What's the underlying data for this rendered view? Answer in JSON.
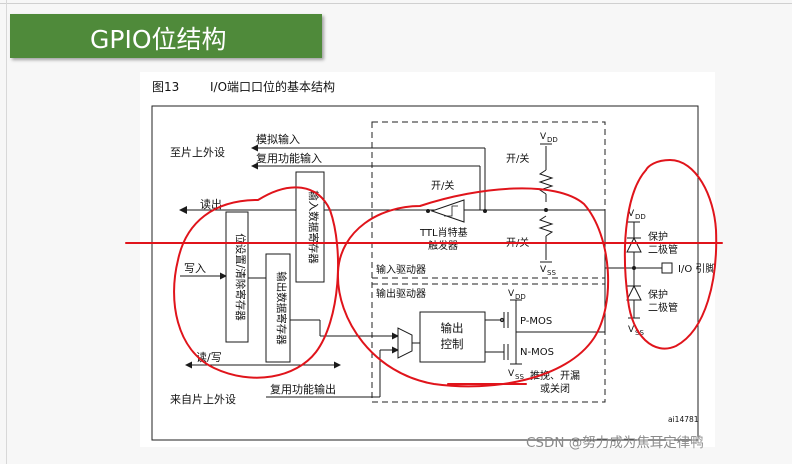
{
  "slide_title": "GPIO位结构",
  "figure": {
    "caption_num": "图13",
    "caption_title": "I/O端口口位的基本结构",
    "ref": "ai14781"
  },
  "labels": {
    "to_onchip": "至片上外设",
    "analog_in": "模拟输入",
    "alt_in": "复用功能输入",
    "read": "读出",
    "write": "写入",
    "rw": "读/写",
    "from_onchip": "来自片上外设",
    "alt_out": "复用功能输出",
    "in_reg": "输入数据寄存器",
    "set_reset_reg": "位设置/清除寄存器",
    "out_reg": "输出数据寄存器",
    "onoff": "开/关",
    "ttl1": "TTL肖特基",
    "ttl2": "触发器",
    "in_driver": "输入驱动器",
    "out_driver": "输出驱动器",
    "out_ctrl1": "输出",
    "out_ctrl2": "控制",
    "pmos": "P-MOS",
    "nmos": "N-MOS",
    "vdd": "V",
    "vdd_sub": "DD",
    "vss": "V",
    "vss_sub": "SS",
    "pushpull1": "推挽、开漏",
    "pushpull2": "或关闭",
    "protect": "保护",
    "diode": "二极管",
    "io_pin": "I/O 引脚"
  },
  "watermark": "CSDN @努力成为焦耳定律鸭",
  "colors": {
    "banner": "#4f8a3a",
    "annotation": "#e0141b",
    "line": "#1a1a1a"
  }
}
